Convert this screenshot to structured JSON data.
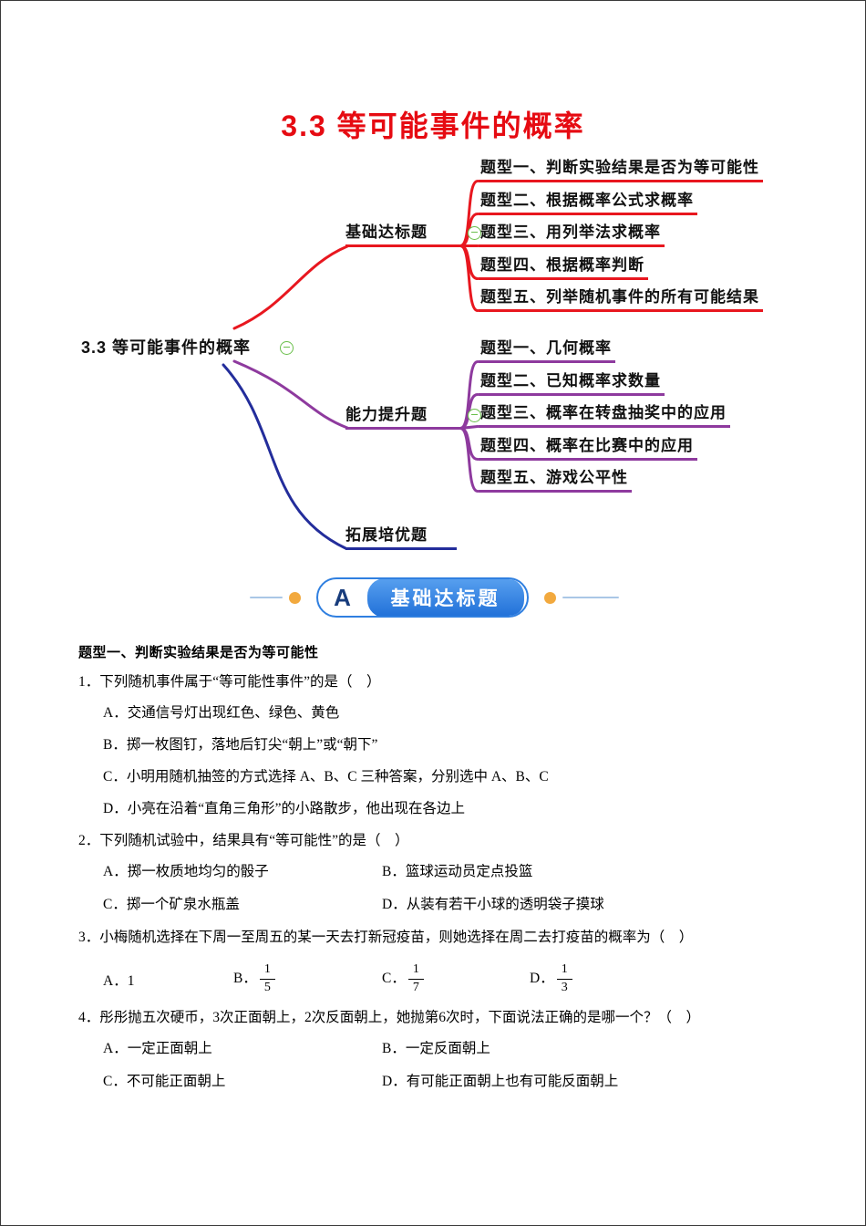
{
  "title": "3.3 等可能事件的概率",
  "mindmap": {
    "root": "3.3 等可能事件的概率",
    "branches": [
      {
        "label": "基础达标题",
        "children": [
          "题型一、判断实验结果是否为等可能性",
          "题型二、根据概率公式求概率",
          "题型三、用列举法求概率",
          "题型四、根据概率判断",
          "题型五、列举随机事件的所有可能结果"
        ]
      },
      {
        "label": "能力提升题",
        "children": [
          "题型一、几何概率",
          "题型二、已知概率求数量",
          "题型三、概率在转盘抽奖中的应用",
          "题型四、概率在比赛中的应用",
          "题型五、游戏公平性"
        ]
      },
      {
        "label": "拓展培优题",
        "children": []
      }
    ],
    "colors": {
      "branch1": "#e8171f",
      "branch2": "#8e3a9e",
      "branch3": "#232d9b",
      "collapse_icon": "#6abf4b"
    }
  },
  "badge": {
    "letter": "A",
    "label": "基础达标题",
    "pill_color": "#2f7fe0",
    "dot_color": "#f2a93e"
  },
  "content": {
    "heading": "题型一、判断实验结果是否为等可能性",
    "questions": [
      {
        "stem": "1．下列随机事件属于“等可能性事件”的是（　）",
        "options": [
          "A．交通信号灯出现红色、绿色、黄色",
          "B．掷一枚图钉，落地后钉尖“朝上”或“朝下”",
          "C．小明用随机抽签的方式选择 A、B、C 三种答案，分别选中 A、B、C",
          "D．小亮在沿着“直角三角形”的小路散步，他出现在各边上"
        ]
      },
      {
        "stem": "2．下列随机试验中，结果具有“等可能性”的是（　）",
        "options": [
          "A．掷一枚质地均匀的骰子",
          "B．篮球运动员定点投篮",
          "C．掷一个矿泉水瓶盖",
          "D．从装有若干小球的透明袋子摸球"
        ]
      },
      {
        "stem": "3．小梅随机选择在下周一至周五的某一天去打新冠疫苗，则她选择在周二去打疫苗的概率为（　）",
        "options": [
          {
            "label": "A．",
            "value": "1"
          },
          {
            "label": "B．",
            "num": "1",
            "den": "5"
          },
          {
            "label": "C．",
            "num": "1",
            "den": "7"
          },
          {
            "label": "D．",
            "num": "1",
            "den": "3"
          }
        ]
      },
      {
        "stem": "4．彤彤抛五次硬币，3次正面朝上，2次反面朝上，她抛第6次时，下面说法正确的是哪一个？（　）",
        "options": [
          "A．一定正面朝上",
          "B．一定反面朝上",
          "C．不可能正面朝上",
          "D．有可能正面朝上也有可能反面朝上"
        ]
      }
    ]
  }
}
